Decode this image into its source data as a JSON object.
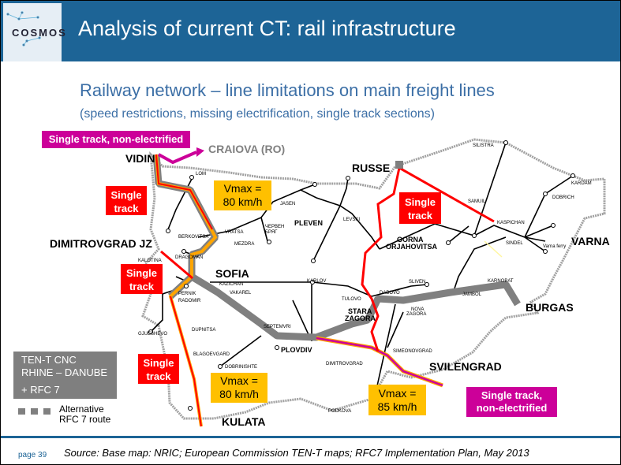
{
  "header": {
    "logo": "COSMOS",
    "title": "Analysis of current CT: rail infrastructure"
  },
  "subtitle": "Railway network – line limitations on main freight lines",
  "subtitle2": "(speed restrictions, missing electrification, single track sections)",
  "callouts": {
    "nonelec_top": "Single track, non-electrified",
    "single1": "Single track",
    "single2": "Single track",
    "single3": "Single track",
    "single4": "Single track",
    "vmax1": [
      "Vmax =",
      "80 km/h"
    ],
    "vmax2": [
      "Vmax =",
      "80 km/h"
    ],
    "vmax3": [
      "Vmax =",
      "85 km/h"
    ],
    "nonelec_bottom": [
      "Single track,",
      "non-electrified"
    ]
  },
  "cities_major": {
    "vidin": "VIDIN",
    "craiova": "CRAIOVA (RO)",
    "russe": "RUSSE",
    "dimitrovgrad_jz": "DIMITROVGRAD JZ",
    "sofia": "SOFIA",
    "varna": "VARNA",
    "burgas": "BURGAS",
    "svilengrad": "SVILENGRAD",
    "kulata": "KULATA"
  },
  "cities_mid": {
    "pleven": "PLEVEN",
    "gorna1": "GORNA",
    "gorna2": "ORJAHOVITSA",
    "stara1": "STARA",
    "stara2": "ZAGORA",
    "plovdiv": "PLOVDIV"
  },
  "cities_minor": {
    "lom": "LOM",
    "berkovitsa": "BERKOVITSA",
    "vratsa": "VRATSA",
    "mezdra": "MEZDRA",
    "cherven1": "ЧЕРВЕН",
    "cherven2": "БРЯГ",
    "jasen": "JASEN",
    "levski": "LEVSKI",
    "silistra": "SILISTRA",
    "samuil": "SAMUIL",
    "kardam": "KARDAM",
    "dobrich": "DOBRICH",
    "kaspichan": "KASPICHAN",
    "sindel": "SINDEL",
    "varna_ferry": "Varna ferry",
    "kalotina": "KALOTINA",
    "dragoman": "DRAGOMAN",
    "kazichan": "KAZICHAN",
    "vakarel": "VAKAREL",
    "pernik": "PERNIK",
    "radomir": "RADOMIR",
    "gjueshevo": "GJUESHEVO",
    "dupnitsa": "DUPNITSA",
    "blagoevgrad": "BLAGOEVGARD",
    "dobrinishte": "DOBRINISHTE",
    "septemvri": "SEPTEMVRI",
    "karlov": "KARLOV",
    "tulovo": "TULOVO",
    "dabovo": "DABOVO",
    "sliven": "SLIVEN",
    "karnobat": "KARNOBAT",
    "yambol": "JAMBOL",
    "nova1": "NOVA",
    "nova2": "ZAGORA",
    "dimitrovgrad": "DIMITROVGRAD",
    "simeonovgrad": "SIMEONOVGRAD",
    "podkova": "PODKOVA"
  },
  "legend": {
    "line1": "TEN-T CNC",
    "line2": "RHINE – DANUBE",
    "line3": "+ RFC 7",
    "alt1": "Alternative",
    "alt2": "RFC 7 route"
  },
  "footer": {
    "page": "page 39",
    "source": "Source: Base map: NRIC; European Commission TEN-T  maps; RFC7 Implementation Plan, May 2013"
  },
  "colors": {
    "brand": "#1d6496",
    "single_track": "#ff0000",
    "non_electrified": "#cc0099",
    "vmax": "#ffc000",
    "corridor": "#808080"
  }
}
